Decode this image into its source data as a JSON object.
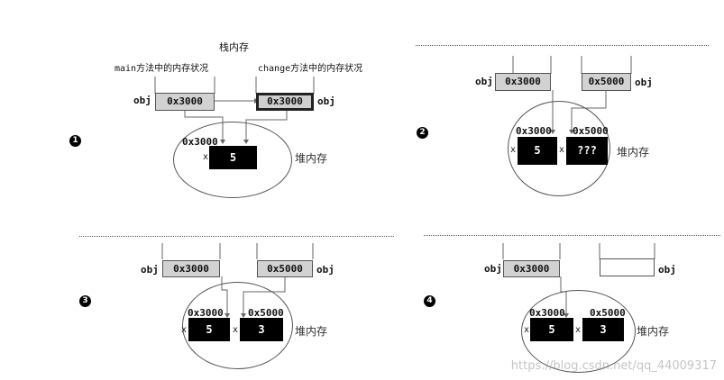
{
  "stack_title": "栈内存",
  "main_caption": "main方法中的内存状况",
  "change_caption": "change方法中的内存状况",
  "heap_label": "堆内存",
  "obj_label": "obj",
  "x_label": "x",
  "panel1": {
    "number": "1",
    "main_obj_value": "0x3000",
    "change_obj_value": "0x3000",
    "heap_address": "0x3000",
    "heap_value": "5"
  },
  "panel2": {
    "number": "2",
    "main_obj_value": "0x3000",
    "change_obj_value": "0x5000",
    "heap_address_1": "0x3000",
    "heap_address_2": "0x5000",
    "heap_value_1": "5",
    "heap_value_2": "???"
  },
  "panel3": {
    "number": "3",
    "main_obj_value": "0x3000",
    "change_obj_value": "0x5000",
    "heap_address_1": "0x3000",
    "heap_address_2": "0x5000",
    "heap_value_1": "5",
    "heap_value_2": "3"
  },
  "panel4": {
    "number": "4",
    "main_obj_value": "0x3000",
    "change_obj_value": "",
    "heap_address_1": "0x3000",
    "heap_address_2": "0x5000",
    "heap_value_1": "5",
    "heap_value_2": "3"
  },
  "watermark": "https://blog.csdn.net/qq_44009317"
}
